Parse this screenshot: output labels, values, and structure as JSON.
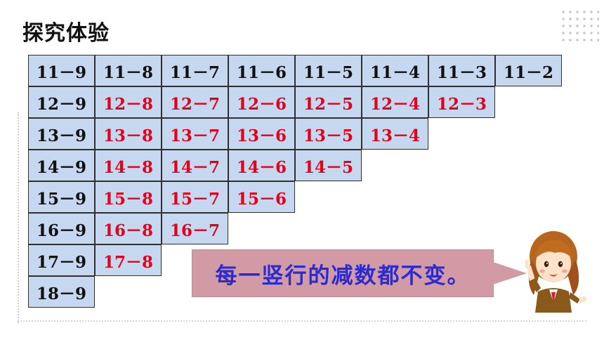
{
  "page": {
    "title": "探究体验"
  },
  "table": {
    "rows": [
      [
        {
          "t": "11－9",
          "c": "black"
        },
        {
          "t": "11－8",
          "c": "black"
        },
        {
          "t": "11－7",
          "c": "black"
        },
        {
          "t": "11－6",
          "c": "black"
        },
        {
          "t": "11－5",
          "c": "black"
        },
        {
          "t": "11－4",
          "c": "black"
        },
        {
          "t": "11－3",
          "c": "black"
        },
        {
          "t": "11－2",
          "c": "black"
        }
      ],
      [
        {
          "t": "12－9",
          "c": "black"
        },
        {
          "t": "12－8",
          "c": "red"
        },
        {
          "t": "12－7",
          "c": "red"
        },
        {
          "t": "12－6",
          "c": "red"
        },
        {
          "t": "12－5",
          "c": "red"
        },
        {
          "t": "12－4",
          "c": "red"
        },
        {
          "t": "12－3",
          "c": "red"
        }
      ],
      [
        {
          "t": "13－9",
          "c": "black"
        },
        {
          "t": "13－8",
          "c": "red"
        },
        {
          "t": "13－7",
          "c": "red"
        },
        {
          "t": "13－6",
          "c": "red"
        },
        {
          "t": "13－5",
          "c": "red"
        },
        {
          "t": "13－4",
          "c": "red"
        }
      ],
      [
        {
          "t": "14－9",
          "c": "black"
        },
        {
          "t": "14－8",
          "c": "red"
        },
        {
          "t": "14－7",
          "c": "red"
        },
        {
          "t": "14－6",
          "c": "red"
        },
        {
          "t": "14－5",
          "c": "red"
        }
      ],
      [
        {
          "t": "15－9",
          "c": "black"
        },
        {
          "t": "15－8",
          "c": "red"
        },
        {
          "t": "15－7",
          "c": "red"
        },
        {
          "t": "15－6",
          "c": "red"
        }
      ],
      [
        {
          "t": "16－9",
          "c": "black"
        },
        {
          "t": "16－8",
          "c": "red"
        },
        {
          "t": "16－7",
          "c": "red"
        }
      ],
      [
        {
          "t": "17－9",
          "c": "black"
        },
        {
          "t": "17－8",
          "c": "red"
        }
      ],
      [
        {
          "t": "18－9",
          "c": "black"
        }
      ]
    ]
  },
  "callout": {
    "text": "每一竖行的减数都不变。"
  },
  "colors": {
    "cell_bg": "#c5d8ef",
    "red_text": "#e3001b",
    "callout_bg": "#d19aa5",
    "callout_text": "#2a2bd0"
  },
  "illustration": {
    "icon": "cartoon-girl-pointing"
  }
}
